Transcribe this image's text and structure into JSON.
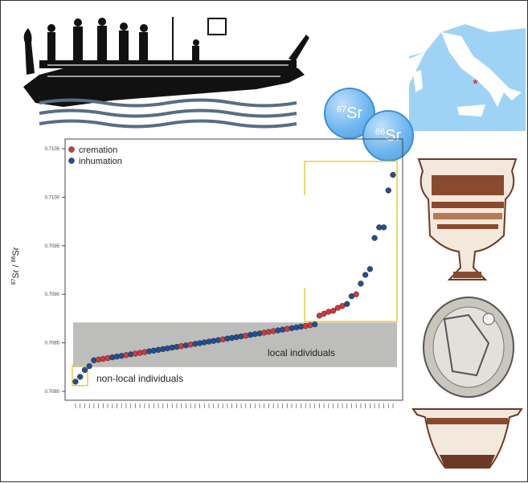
{
  "bubbles": {
    "sr87_mass": "87",
    "sr86_mass": "86",
    "element": "Sr"
  },
  "colors": {
    "cremation": "#d13a3f",
    "inhumation": "#234f91",
    "local_band": "#bdbebb",
    "highlight_box": "#e6cf3a",
    "bubble": "#6ab4ee",
    "sea": "#9fd3f5"
  },
  "chart_data": {
    "type": "scatter",
    "title": "",
    "ylabel": {
      "sup1": "87",
      "text1": "Sr / ",
      "sup2": "86",
      "text2": "Sr"
    },
    "ylim": [
      0.708,
      0.7106
    ],
    "yticks": [
      "0.7080",
      "0.7085",
      "0.7090",
      "0.7095",
      "0.7100",
      "0.7105"
    ],
    "legend": {
      "placement": "top-left",
      "entries": [
        {
          "key": "C",
          "label": "cremation"
        },
        {
          "key": "I",
          "label": "inhumation"
        }
      ]
    },
    "local_range": [
      0.70825,
      0.70871
    ],
    "annotations": {
      "local": "local individuals",
      "nonlocal": "non-local individuals"
    },
    "values": [
      0.7081,
      0.70815,
      0.70822,
      0.70826,
      0.70832,
      0.708328,
      0.708335,
      0.708343,
      0.708351,
      0.708359,
      0.708366,
      0.708374,
      0.708382,
      0.708389,
      0.708397,
      0.708405,
      0.708413,
      0.70842,
      0.708428,
      0.708436,
      0.708443,
      0.708451,
      0.708459,
      0.708466,
      0.708474,
      0.708482,
      0.70849,
      0.708497,
      0.708505,
      0.708513,
      0.70852,
      0.708528,
      0.708536,
      0.708544,
      0.708551,
      0.708559,
      0.708567,
      0.708574,
      0.708582,
      0.70859,
      0.708597,
      0.708605,
      0.708613,
      0.708621,
      0.708628,
      0.708636,
      0.708644,
      0.708651,
      0.708659,
      0.708667,
      0.708674,
      0.708682,
      0.70869,
      0.70878,
      0.7088,
      0.70882,
      0.70883,
      0.70886,
      0.70888,
      0.7089,
      0.70898,
      0.709,
      0.70911,
      0.7092,
      0.70926,
      0.70958,
      0.70969,
      0.70969,
      0.71007,
      0.71023
    ],
    "groups": [
      "I",
      "I",
      "I",
      "I",
      "I",
      "R",
      "R",
      "R",
      "I",
      "I",
      "I",
      "R",
      "I",
      "R",
      "R",
      "R",
      "I",
      "I",
      "I",
      "I",
      "I",
      "I",
      "I",
      "R",
      "I",
      "R",
      "I",
      "I",
      "I",
      "I",
      "I",
      "I",
      "R",
      "I",
      "I",
      "I",
      "I",
      "R",
      "I",
      "I",
      "I",
      "R",
      "R",
      "R",
      "I",
      "I",
      "R",
      "I",
      "I",
      "I",
      "R",
      "R",
      "I",
      "R",
      "R",
      "R",
      "R",
      "R",
      "R",
      "I",
      "I",
      "R",
      "I",
      "I",
      "I",
      "I",
      "I",
      "I",
      "I",
      "I"
    ]
  }
}
